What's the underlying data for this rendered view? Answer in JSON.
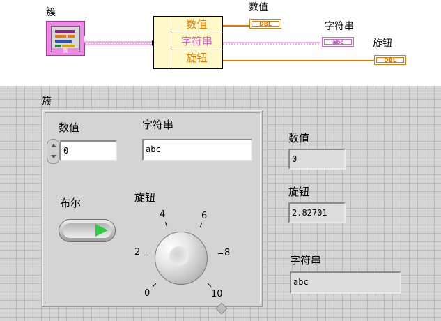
{
  "block_diagram": {
    "cluster_constant_label": "簇",
    "cluster_constant_tag": "簇",
    "unbundle_rows": [
      "数值",
      "字符串",
      "旋钮"
    ],
    "indicators": [
      {
        "label": "数值",
        "terminal": "DBL"
      },
      {
        "label": "字符串",
        "terminal": "abc"
      },
      {
        "label": "旋钮",
        "terminal": "DBL"
      }
    ],
    "colors": {
      "numeric_wire": "#e07a00",
      "string_wire": "#e060d8",
      "cluster_wire": "#e060d8"
    }
  },
  "front_panel": {
    "cluster_label": "簇",
    "numeric_label": "数值",
    "numeric_value": "0",
    "string_label": "字符串",
    "string_value": "abc",
    "boolean_label": "布尔",
    "knob_label": "旋钮",
    "knob_ticks": [
      "0",
      "2",
      "4",
      "6",
      "8",
      "10"
    ],
    "knob_value": 2.82701,
    "indicators": {
      "numeric_label": "数值",
      "numeric_value": "0",
      "knob_label": "旋钮",
      "knob_value": "2.82701",
      "string_label": "字符串",
      "string_value": "abc"
    }
  }
}
